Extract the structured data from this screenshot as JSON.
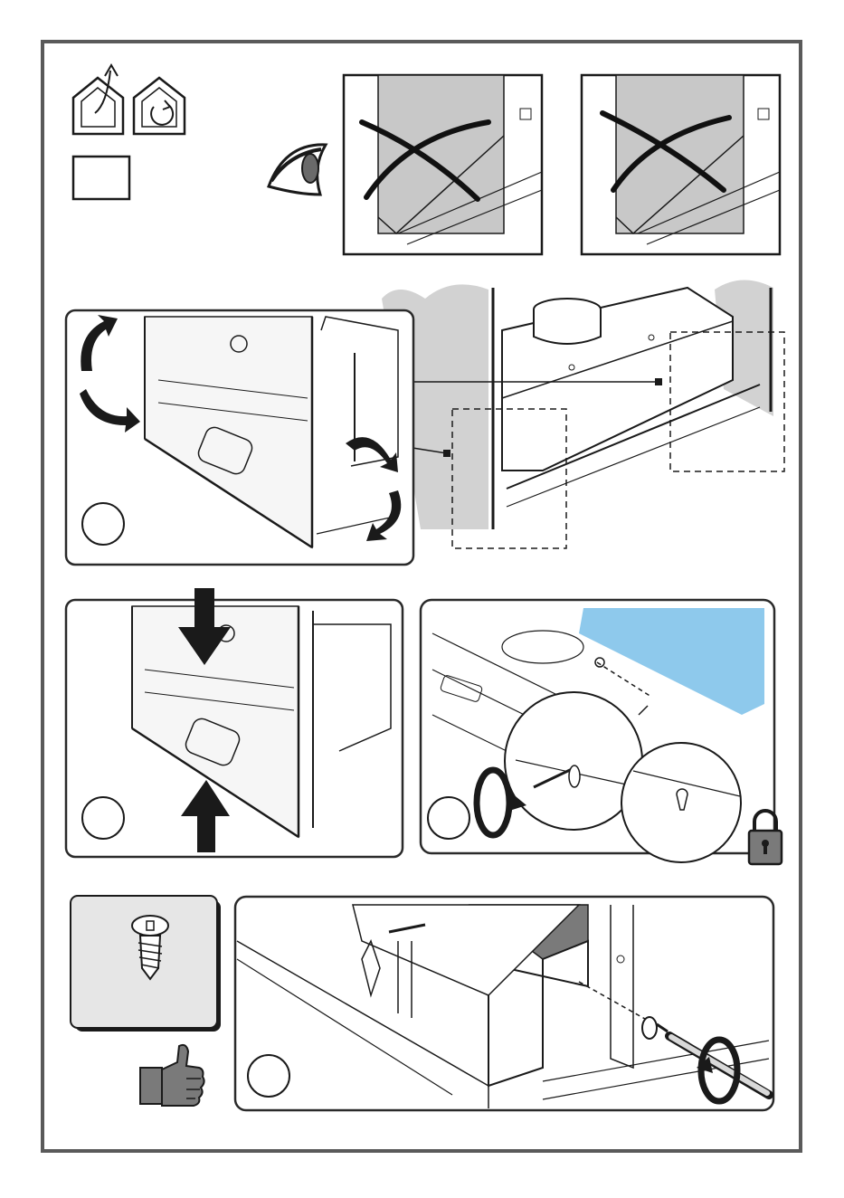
{
  "page": {
    "frame_color": "#5a5a5a",
    "panel_stroke": "#2a2a2a",
    "highlight_color": "#8ec9ec",
    "wall_gray": "#c8c8c8",
    "icon_gray": "#7a7a7a"
  },
  "top": {
    "icons": [
      "ducted-extraction-house-icon",
      "recirculation-house-icon",
      "empty-label-box"
    ],
    "eye": "eye-icon",
    "incorrect_views": [
      {
        "name": "incorrect-view-left",
        "mark": "cross-mark"
      },
      {
        "name": "incorrect-view-right",
        "mark": "cross-mark"
      }
    ]
  },
  "steps": [
    {
      "name": "step-circle-rotate",
      "arrows": "rotate-arrows"
    },
    {
      "name": "step-circle-press",
      "arrows": "press-arrows"
    },
    {
      "name": "step-circle-lock",
      "arrows": "screw-rotate-arrow"
    },
    {
      "name": "step-circle-screw",
      "arrows": "screw-rotate-arrow"
    }
  ],
  "accessories": {
    "screw": "screw-icon",
    "thumb": "thumbs-up-icon",
    "lock": "padlock-icon"
  }
}
